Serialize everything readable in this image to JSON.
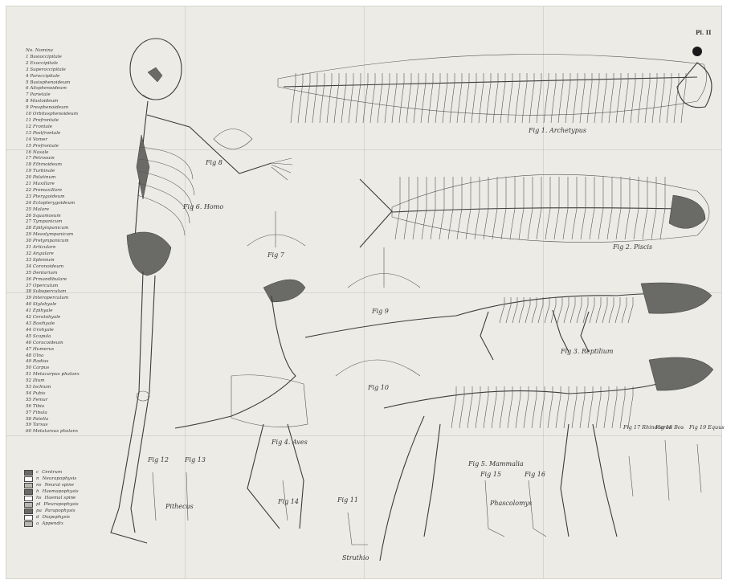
{
  "plate": {
    "number": "Pl. II",
    "legend_heading": "No. Nomina",
    "legend_items": [
      "1 Basioccipitale",
      "2 Exoccipitale",
      "3 Superoccipitale",
      "4 Paroccipitale",
      "5 Basisphenoideum",
      "6 Alisphenoideum",
      "7 Parietale",
      "8 Mastoideum",
      "9 Presphenoideum",
      "10 Orbitosphenoideum",
      "11 Prefrontale",
      "12 Frontale",
      "13 Postfrontale",
      "14 Vomer",
      "15 Prefrontale",
      "16 Nasale",
      "17 Petrosum",
      "18 Ethmoideum",
      "19 Turbinale",
      "20 Palatinum",
      "21 Maxillare",
      "22 Premaxillare",
      "23 Pterygoideum",
      "24 Ectopterygoideum",
      "25 Malare",
      "26 Squamosum",
      "27 Tympanicum",
      "28 Epitympanicum",
      "29 Mesotympanicum",
      "30 Pretympanicum",
      "31 Articulare",
      "32 Angulare",
      "33 Splenium",
      "34 Coronoideum",
      "35 Dentarium",
      "36 Prmandibulare",
      "37 Operculum",
      "38 Suboperculum",
      "39 Interoperculum",
      "40 Stylohyale",
      "41 Epihyale",
      "42 Ceratohyale",
      "43 Basihyale",
      "44 Urohyale",
      "45 Scapula",
      "46 Coracoideum",
      "47 Humerus",
      "48 Ulna",
      "49 Radius",
      "50 Carpus",
      "51 Metacarpus phalanx",
      "52 Ilium",
      "53 Ischium",
      "54 Pubis",
      "55 Femur",
      "56 Tibia",
      "57 Fibula",
      "58 Patella",
      "59 Tarsus",
      "60 Metatarsus phalanx"
    ],
    "key_items": [
      {
        "symbol": "c",
        "label": "Centrum"
      },
      {
        "symbol": "n",
        "label": "Neurapophysis"
      },
      {
        "symbol": "ns",
        "label": "Neural spine"
      },
      {
        "symbol": "h",
        "label": "Haemapophysis"
      },
      {
        "symbol": "hs",
        "label": "Haemal spine"
      },
      {
        "symbol": "pl",
        "label": "Pleurapophysis"
      },
      {
        "symbol": "pa",
        "label": "Parapophysis"
      },
      {
        "symbol": "d",
        "label": "Diapophysis"
      },
      {
        "symbol": "a",
        "label": "Appendix"
      }
    ],
    "figures": {
      "fig1": "Fig 1. Archetypus",
      "fig2": "Fig 2. Piscis",
      "fig3": "Fig 3. Reptilium",
      "fig4": "Fig 4. Aves",
      "fig5": "Fig 5. Mammalia",
      "fig6": "Fig 6. Homo",
      "fig7": "Fig 7",
      "fig8": "Fig 8",
      "fig9": "Fig 9",
      "fig10": "Fig 10",
      "fig11": "Fig 11",
      "fig12": "Fig 12",
      "fig13": "Fig 13",
      "fig14": "Fig 14",
      "fig15": "Fig 15",
      "fig16": "Fig 16",
      "fig17": "Fig 17 Rhinoceros",
      "fig18": "Fig 18 Bos",
      "fig19": "Fig 19 Equus",
      "pithecus": "Pithecus",
      "struthio": "Struthio",
      "phascolomys": "Phascolomys"
    },
    "colors": {
      "paper": "#ecebe6",
      "ink": "#3b3b3b",
      "shade": "#6a6a66"
    }
  }
}
